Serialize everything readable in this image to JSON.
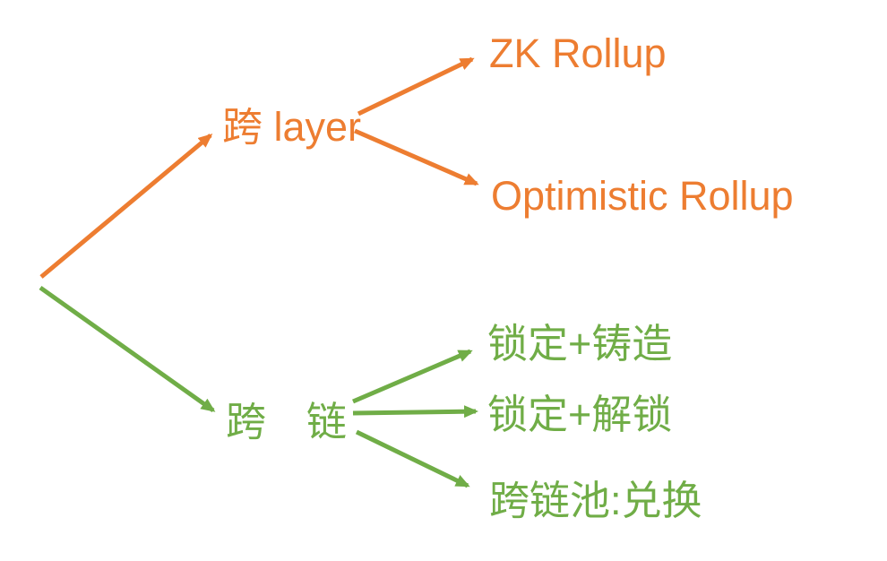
{
  "diagram": {
    "type": "tree",
    "background": "#FFFFFF",
    "palette": {
      "orange": "#ED7D31",
      "green": "#70AD47"
    },
    "branches": [
      {
        "id": "cross-layer",
        "label": "跨 layer",
        "color": "#ED7D31",
        "children": [
          {
            "id": "zk-rollup",
            "label": "ZK Rollup"
          },
          {
            "id": "optimistic-rollup",
            "label": "Optimistic Rollup"
          }
        ]
      },
      {
        "id": "cross-chain",
        "label": "跨　链",
        "color": "#70AD47",
        "children": [
          {
            "id": "lock-mint",
            "label": "锁定+铸造"
          },
          {
            "id": "lock-unlock",
            "label": "锁定+解锁"
          },
          {
            "id": "pool-swap",
            "label": "跨链池:兑换"
          }
        ]
      }
    ]
  }
}
